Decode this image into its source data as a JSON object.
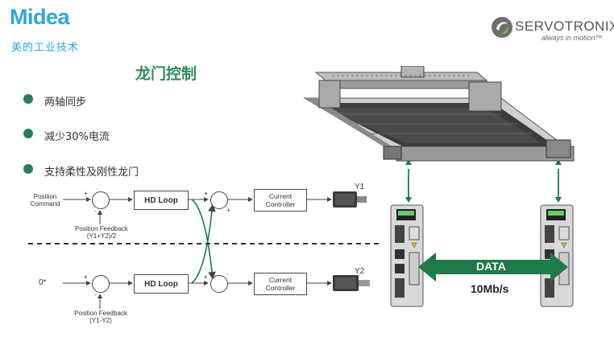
{
  "header": {
    "brand_name": "Midea",
    "brand_subtitle": "美的工业技术",
    "partner_name": "SERVOTRONIX",
    "partner_tagline": "always in motion™"
  },
  "title": "龙门控制",
  "bullets": [
    "两轴同步",
    "减少30%电流",
    "支持柔性及刚性龙门"
  ],
  "diagram": {
    "top_input": "Position\nCommand",
    "top_feedback": "Position Feedback\n(Y1+Y2)/2",
    "bottom_input": "0*",
    "bottom_feedback": "Position Feedback\n(Y1-Y2)",
    "hd_loop_label": "HD Loop",
    "current_controller_label": "Current\nController",
    "axis_1": "Y1",
    "axis_2": "Y2",
    "plus_sign": "+",
    "minus_sign": "-"
  },
  "link": {
    "label": "DATA",
    "rate": "10Mb/s"
  },
  "colors": {
    "brand_blue": "#2aa7df",
    "accent_green": "#2f8a5c",
    "arrow_green": "#1e7a4a"
  }
}
